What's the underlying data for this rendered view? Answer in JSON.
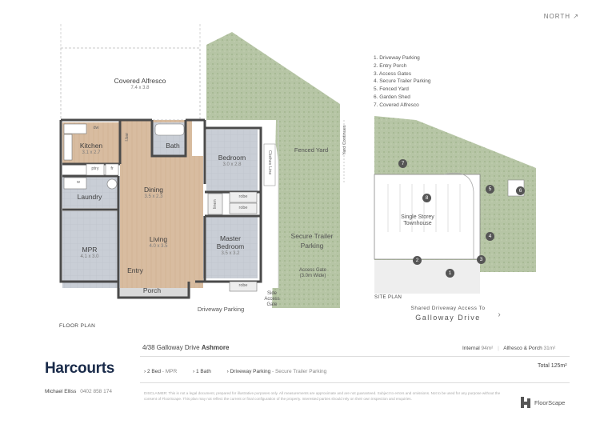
{
  "north_label": "NORTH ↗",
  "floor_plan": {
    "label": "FLOOR PLAN",
    "rooms": {
      "covered_alfresco": {
        "name": "Covered Alfresco",
        "dim": "7.4 x 3.8"
      },
      "kitchen": {
        "name": "Kitchen",
        "dim": "3.1 x 2.7"
      },
      "bath": {
        "name": "Bath"
      },
      "bedroom": {
        "name": "Bedroom",
        "dim": "3.0 x 2.8"
      },
      "dining": {
        "name": "Dining",
        "dim": "3.5 x 2.3"
      },
      "laundry": {
        "name": "Laundry"
      },
      "living": {
        "name": "Living",
        "dim": "4.0 x 3.5"
      },
      "master_bedroom": {
        "name": "Master Bedroom",
        "dim": "3.5 x 3.2"
      },
      "mpr": {
        "name": "MPR",
        "dim": "4.1 x 3.0"
      },
      "entry": {
        "name": "Entry"
      },
      "porch": {
        "name": "Porch"
      }
    },
    "small_labels": {
      "dw": "dw",
      "ptry": "ptry",
      "fr": "fr",
      "w": "w",
      "lbar": "l.bar",
      "linen": "linen",
      "robe1": "robe",
      "robe2": "robe",
      "robe3": "robe",
      "clothes_line": "Clothes Line",
      "yard_continues": "Yard Continues"
    },
    "outside": {
      "fenced_yard": "Fenced Yard",
      "secure_trailer_parking": "Secure Trailer Parking",
      "access_gate": "Access Gate (3.0m Wide)",
      "driveway_parking": "Driveway Parking",
      "side_access_gate": "Side Access Gate"
    }
  },
  "site_plan": {
    "label": "SITE PLAN",
    "legend": [
      "1. Driveway Parking",
      "2. Entry Porch",
      "3. Access Gates",
      "4. Secure Trailer Parking",
      "5. Fenced Yard",
      "6. Garden Shed",
      "7. Covered Alfresco"
    ],
    "building_label": "Single Storey Townhouse",
    "shared_driveway": "Shared Driveway Access To",
    "street": "Galloway Drive",
    "markers": [
      "1",
      "2",
      "3",
      "4",
      "5",
      "6",
      "7",
      "8"
    ]
  },
  "footer": {
    "address_prefix": "4/38 Galloway Drive ",
    "address_suburb": "Ashmore",
    "internal_label": "Internal",
    "internal_value": "94m²",
    "alfresco_label": "Alfresco & Porch",
    "alfresco_value": "31m²",
    "features": [
      {
        "main": "2 Bed",
        "sub": " - MPR"
      },
      {
        "main": "1 Bath",
        "sub": ""
      },
      {
        "main": "Driveway Parking",
        "sub": " - Secure Trailer Parking"
      }
    ],
    "total_label": "Total",
    "total_value": "125m²",
    "brand": "Harcourts",
    "agent": "Michael Elliss",
    "agent_phone": "0402 858 174",
    "disclaimer": "DISCLAIMER: This is not a legal document, prepared for illustrative purposes only. All measurements are approximate and are not guaranteed. Subject to errors and omissions. Not to be used for any purpose without the consent of FloorScape. This plan may not reflect the current or final configuration of the property. Interested parties should rely on their own inspection and enquiries.",
    "floorscape": "FloorScape"
  },
  "colors": {
    "wall": "#4a4a4a",
    "wood": "#d6b89a",
    "tile": "#c8ccd3",
    "grass": "#9fb38a",
    "brand_navy": "#1a2b4a"
  }
}
